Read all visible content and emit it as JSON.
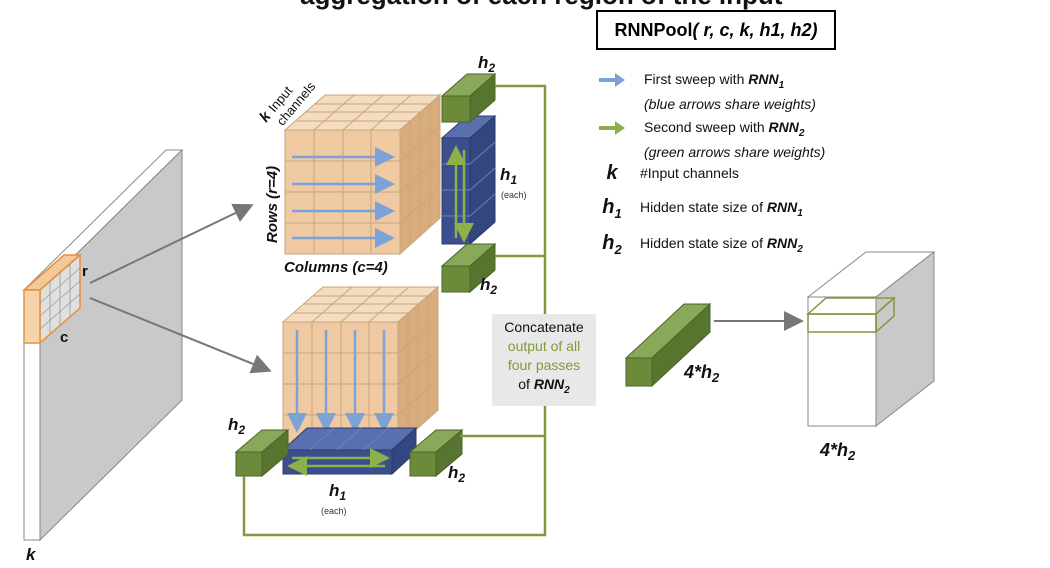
{
  "header": {
    "cut_title": "aggregation of each region of the input"
  },
  "legend": {
    "title": "RNNPool",
    "title_params": "( r, c, k, h1, h2)",
    "items": [
      {
        "symbol": "blue-arrow",
        "line1_prefix": "First sweep with ",
        "line1_em": "RNN",
        "line1_sub": "1",
        "line2": "(blue arrows share weights)"
      },
      {
        "symbol": "green-arrow",
        "line1_prefix": "Second sweep with ",
        "line1_em": "RNN",
        "line1_sub": "2",
        "line2": "(green arrows share weights)"
      },
      {
        "symbol_text": "k",
        "symbol_sub": "",
        "desc": "#Input channels",
        "desc_em": "",
        "desc_sub": ""
      },
      {
        "symbol_text": "h",
        "symbol_sub": "1",
        "desc": "Hidden state size of ",
        "desc_em": "RNN",
        "desc_sub": "1"
      },
      {
        "symbol_text": "h",
        "symbol_sub": "2",
        "desc": "Hidden state size of ",
        "desc_em": "RNN",
        "desc_sub": "2"
      }
    ]
  },
  "labels": {
    "r": "r",
    "c": "c",
    "k_input": "k",
    "k_channels_1": "k",
    "k_channels_2": "Input",
    "k_channels_3": "channels",
    "rows": "Rows (r=4)",
    "columns": "Columns (c=4)",
    "h1": "h",
    "h1_sub": "1",
    "h2": "h",
    "h2_sub": "2",
    "each": "(each)",
    "out_label": "4*h",
    "out_sub": "2"
  },
  "concat": {
    "line1": "Concatenate",
    "line2": "output of all",
    "line3": "four passes",
    "line4_prefix": "of ",
    "line4_em": "RNN",
    "line4_sub": "2"
  },
  "colors": {
    "cube_front": "#eec9a2",
    "cube_top": "#f3dcbf",
    "cube_side": "#d9ac7e",
    "blue_block": "#3b4f8f",
    "blue_arrow": "#7da2d8",
    "green_block": "#6b8a3a",
    "green_line": "#7f9a3c",
    "gray_slab": "#c8c8c8",
    "orange_patch": "#e8903a"
  }
}
